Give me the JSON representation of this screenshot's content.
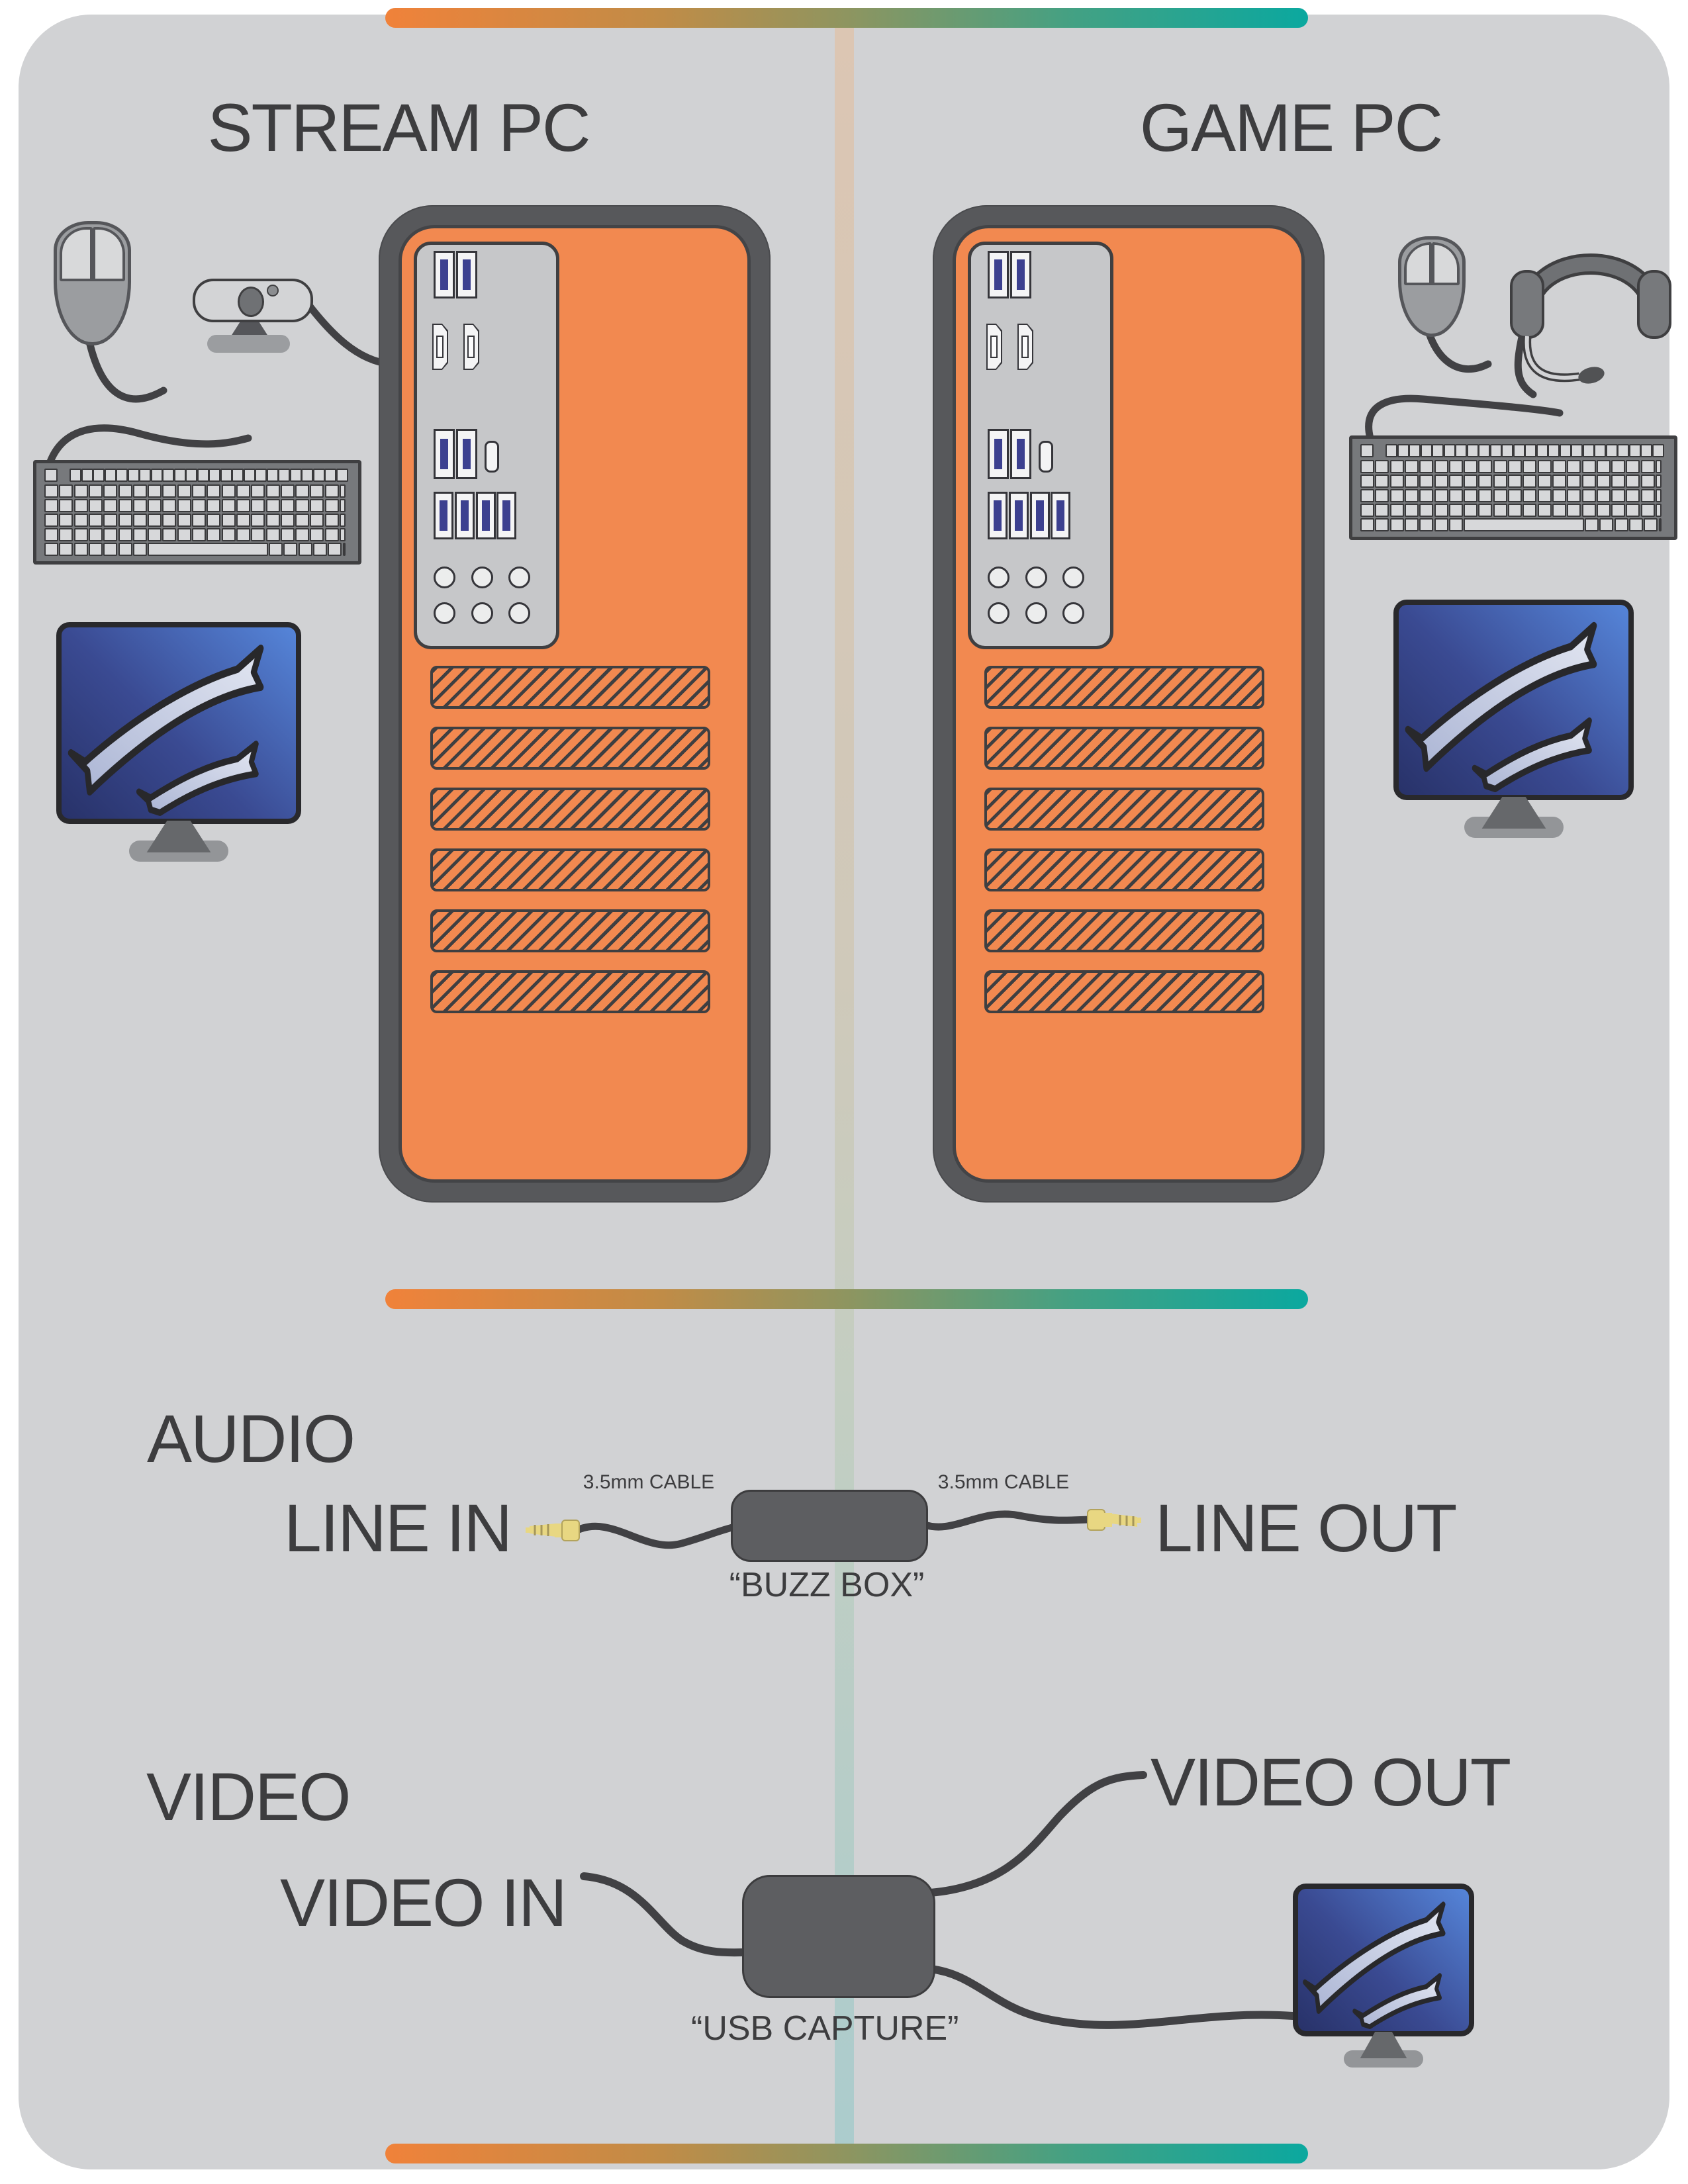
{
  "page": {
    "background": "#d1d2d4"
  },
  "accent": {
    "bar_gradient_start": "#f0823a",
    "bar_gradient_end": "#0ba89f",
    "tower_orange": "#f28950",
    "monitor_blue": "#4c7fd6",
    "plug_yellow": "#e8d782",
    "cable_dark": "#414144"
  },
  "stream_pc": {
    "title": "STREAM PC"
  },
  "game_pc": {
    "title": "GAME PC"
  },
  "audio": {
    "heading": "AUDIO",
    "line_in_label": "LINE IN",
    "line_out_label": "LINE OUT",
    "cable_label_left": "3.5mm CABLE",
    "cable_label_right": "3.5mm CABLE",
    "device_label": "“BUZZ BOX”"
  },
  "video": {
    "heading": "VIDEO",
    "video_in_label": "VIDEO IN",
    "video_out_label": "VIDEO OUT",
    "device_label": "“USB CAPTURE”"
  }
}
